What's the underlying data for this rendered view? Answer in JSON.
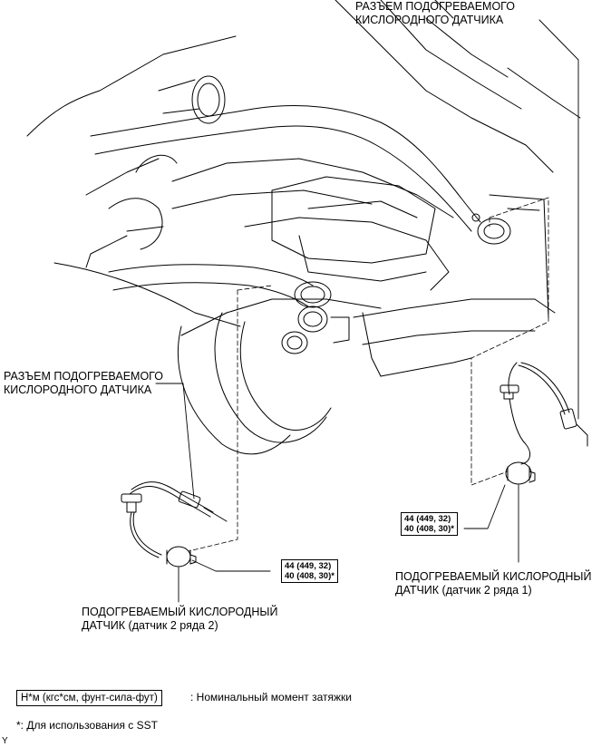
{
  "labels": {
    "connector_top_line1": "РАЗЪЕМ ПОДОГРЕВАЕМОГО",
    "connector_top_line2": "КИСЛОРОДНОГО ДАТЧИКА",
    "connector_left_line1": "РАЗЪЕМ ПОДОГРЕВАЕМОГО",
    "connector_left_line2": "КИСЛОРОДНОГО ДАТЧИКА",
    "sensor_right_line1": "ПОДОГРЕВАЕМЫЙ КИСЛОРОДНЫЙ",
    "sensor_right_line2": "ДАТЧИК (датчик 2 ряда 1)",
    "sensor_left_line1": "ПОДОГРЕВАЕМЫЙ КИСЛОРОДНЫЙ",
    "sensor_left_line2": "ДАТЧИК (датчик 2 ряда 2)"
  },
  "torque": {
    "right_line1": "44 (449, 32)",
    "right_line2": "40 (408, 30)*",
    "left_line1": "44 (449, 32)",
    "left_line2": "40 (408, 30)*"
  },
  "legend": {
    "unit_box": "Н*м (кгс*см, фунт-сила-фут)",
    "unit_desc": ": Номинальный момент затяжки",
    "sst_note": "*: Для использования с SST",
    "corner_mark": "Y"
  }
}
